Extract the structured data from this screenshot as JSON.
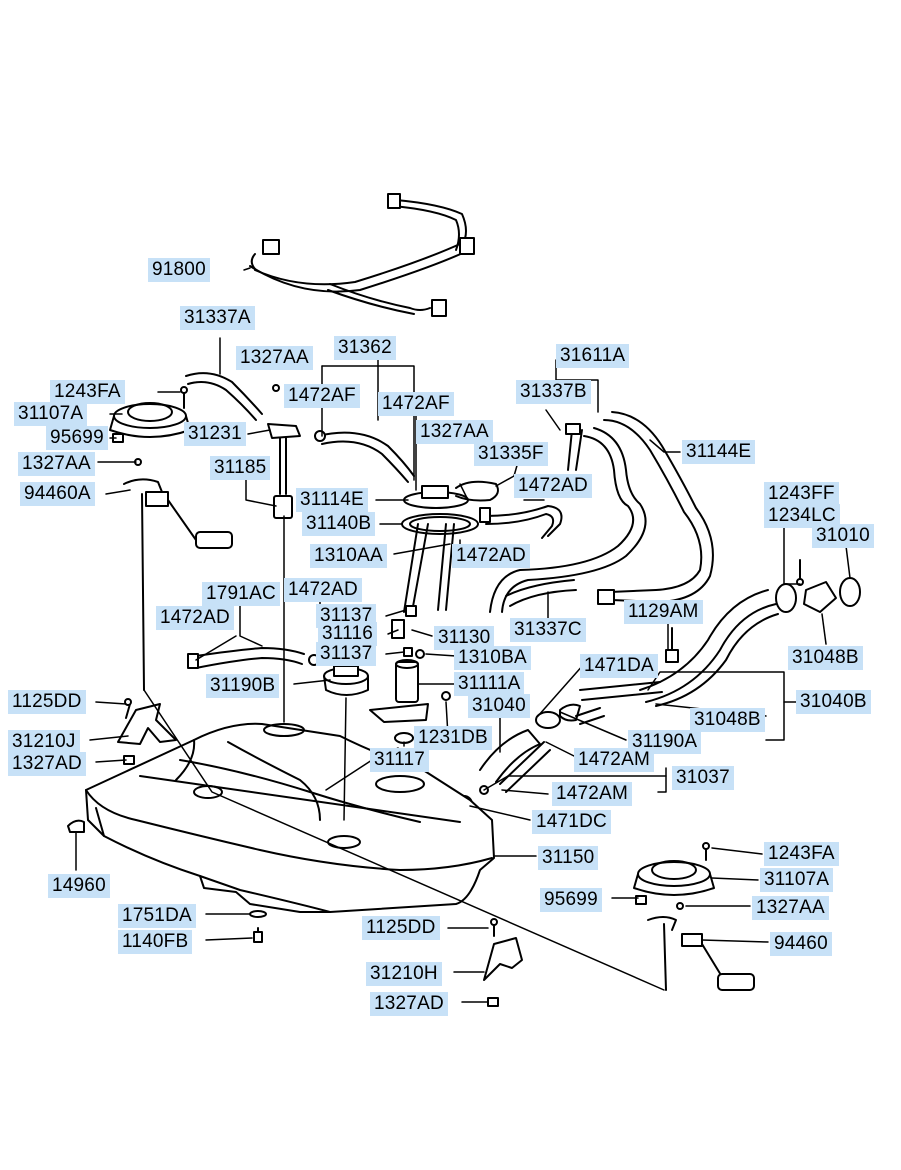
{
  "diagram": {
    "labels": {
      "p91800": "91800",
      "p31337A": "31337A",
      "p1327AA_top": "1327AA",
      "p31362": "31362",
      "p31611A": "31611A",
      "p1243FA_top": "1243FA",
      "p1472AF_1": "1472AF",
      "p1472AF_2": "1472AF",
      "p31337B": "31337B",
      "p31107A_top": "31107A",
      "p31231": "31231",
      "p1327AA_mid": "1327AA",
      "p95699_top": "95699",
      "p31335F": "31335F",
      "p31144E": "31144E",
      "p1327AA_left": "1327AA",
      "p31185": "31185",
      "p1472AD_a": "1472AD",
      "p94460A": "94460A",
      "p31114E": "31114E",
      "p1243FF": "1243FF",
      "p1234LC": "1234LC",
      "p31140B": "31140B",
      "p31010": "31010",
      "p1310AA": "1310AA",
      "p1472AD_b": "1472AD",
      "p1791AC": "1791AC",
      "p1472AD_c": "1472AD",
      "p1472AD_d": "1472AD",
      "p31137_a": "31137",
      "p1129AM": "1129AM",
      "p31337C": "31337C",
      "p31116": "31116",
      "p31130": "31130",
      "p31137_b": "31137",
      "p1310BA": "1310BA",
      "p31048B_top": "31048B",
      "p1471DA": "1471DA",
      "p31190B": "31190B",
      "p31111A": "31111A",
      "p1125DD_left": "1125DD",
      "p31040": "31040",
      "p31040B": "31040B",
      "p31048B_mid": "31048B",
      "p31210J": "31210J",
      "p1231DB": "1231DB",
      "p31190A": "31190A",
      "p1327AD_left": "1327AD",
      "p31117": "31117",
      "p1472AM_a": "1472AM",
      "p31037": "31037",
      "p1472AM_b": "1472AM",
      "p1471DC": "1471DC",
      "p31150": "31150",
      "p1243FA_bot": "1243FA",
      "p14960": "14960",
      "p31107A_bot": "31107A",
      "p95699_bot": "95699",
      "p1327AA_bot": "1327AA",
      "p1751DA": "1751DA",
      "p1125DD_bot": "1125DD",
      "p1140FB": "1140FB",
      "p94460": "94460",
      "p31210H": "31210H",
      "p1327AD_bot": "1327AD"
    }
  }
}
